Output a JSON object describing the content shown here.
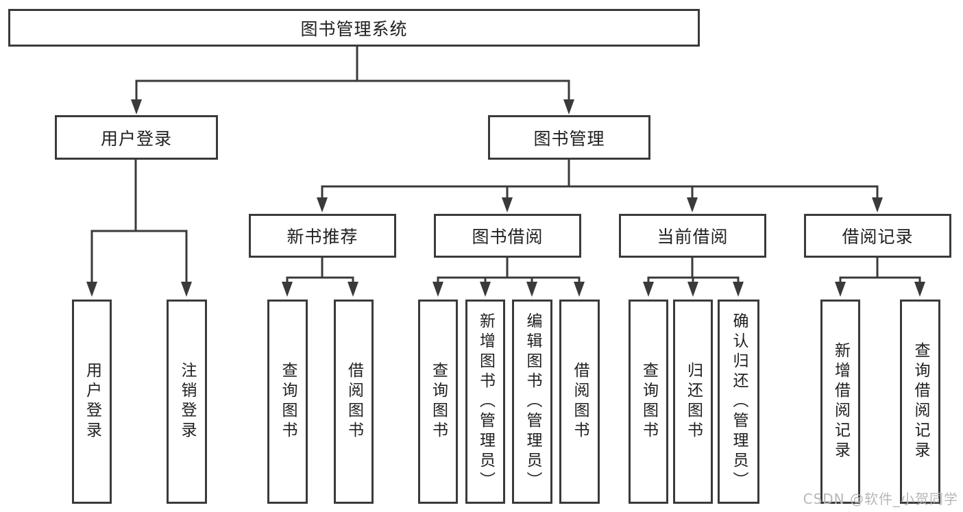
{
  "tree": {
    "root": {
      "label": "图书管理系统"
    },
    "branches": [
      {
        "label": "用户登录",
        "leaves": [
          "用户登录",
          "注销登录"
        ]
      },
      {
        "label": "图书管理",
        "sections": [
          {
            "label": "新书推荐",
            "leaves": [
              "查询图书",
              "借阅图书"
            ]
          },
          {
            "label": "图书借阅",
            "leaves": [
              "查询图书",
              "新增图书（管理员）",
              "编辑图书（管理员）",
              "借阅图书"
            ]
          },
          {
            "label": "当前借阅",
            "leaves": [
              "查询图书",
              "归还图书",
              "确认归还（管理员）"
            ]
          },
          {
            "label": "借阅记录",
            "leaves": [
              "新增借阅记录",
              "查询借阅记录"
            ]
          }
        ]
      }
    ]
  },
  "watermark": "CSDN @软件_小贺同学",
  "colors": {
    "line": "#3a3a3a",
    "text": "#1f1f1f",
    "watermark": "#b7b7bb",
    "background": "#ffffff"
  }
}
